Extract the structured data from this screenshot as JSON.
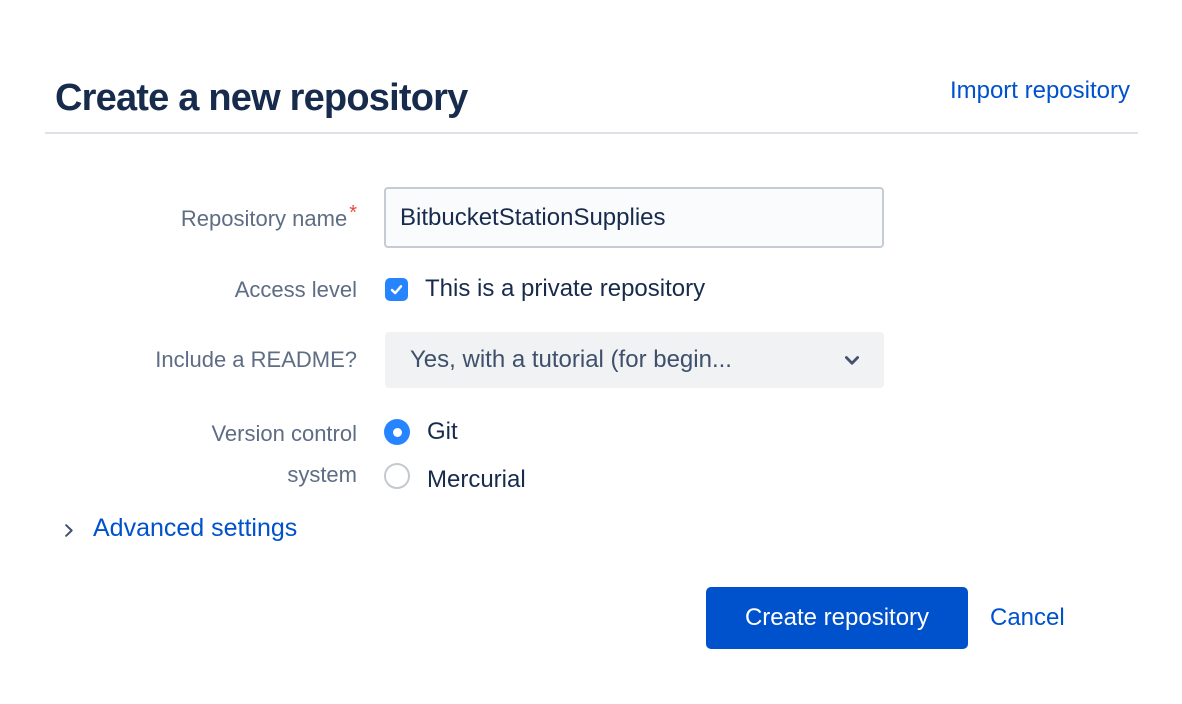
{
  "page": {
    "title": "Create a new repository",
    "import_link_label": "Import repository"
  },
  "form": {
    "repository_name": {
      "label": "Repository name",
      "required_mark": "*",
      "value": "BitbucketStationSupplies"
    },
    "access_level": {
      "label": "Access level",
      "checkbox_label": "This is a private repository",
      "checked": true
    },
    "include_readme": {
      "label": "Include a README?",
      "selected_option": "Yes, with a tutorial (for begin..."
    },
    "version_control": {
      "label": "Version control system",
      "options": [
        {
          "label": "Git",
          "selected": true
        },
        {
          "label": "Mercurial",
          "selected": false
        }
      ]
    },
    "advanced_settings_label": "Advanced settings"
  },
  "actions": {
    "create_button": "Create repository",
    "cancel_link": "Cancel"
  },
  "icons": {
    "checkmark_icon": "✓ white check in blue rounded square",
    "chevron_down_icon": "⌄ dark slate chevron in select",
    "chevron_right_icon": "› dark slate chevron before Advanced settings"
  },
  "colors": {
    "heading": "#172B4D",
    "label_gray": "#5E6C84",
    "link_blue": "#0052CC",
    "button_blue": "#0052CC",
    "control_blue": "#2684FF",
    "required_red": "#E04B3A",
    "divider": "#DFE1E6",
    "input_bg": "#FAFBFC",
    "select_bg": "#F1F2F4"
  }
}
